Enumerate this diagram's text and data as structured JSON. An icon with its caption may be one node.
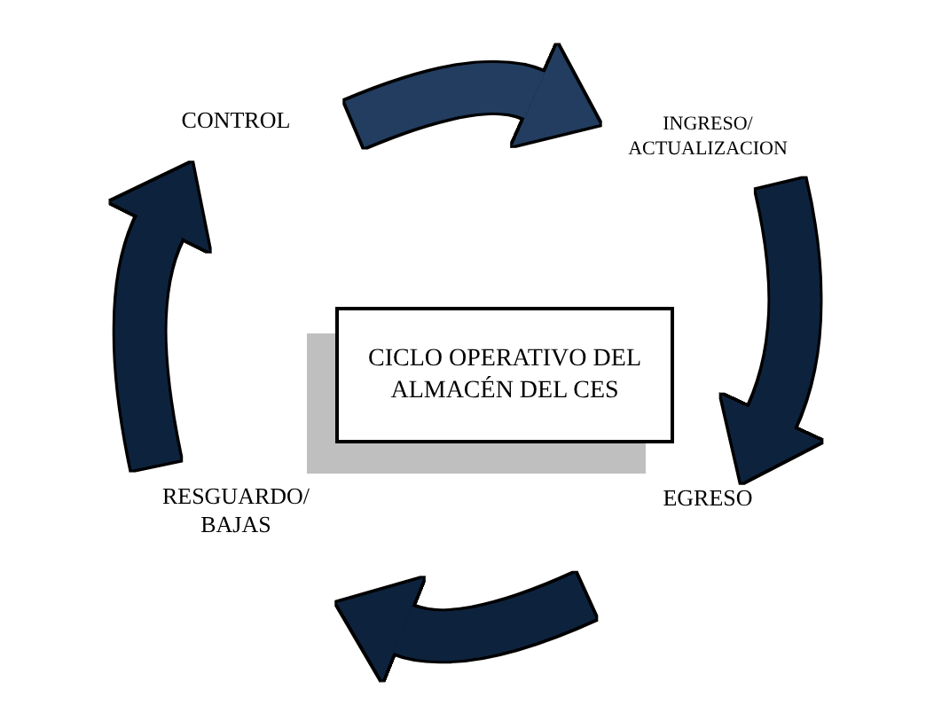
{
  "diagram": {
    "nodes": [
      {
        "text": [
          "CONTROL"
        ]
      },
      {
        "text": [
          "INGRESO/ ACTUALIZACION"
        ]
      },
      {
        "text": [
          "CICLO OPERATIVO DEL ALMACÉN DEL CES"
        ]
      },
      {
        "text": [
          "EGRESO"
        ]
      },
      {
        "text": [
          "RESGUARDO/ BAJAS"
        ]
      }
    ],
    "edges": [
      {
        "from": 0,
        "to": 1,
        "arrow": "to",
        "color": "#243e5e"
      },
      {
        "from": 1,
        "to": 3,
        "arrow": "to"
      },
      {
        "from": 3,
        "to": 4,
        "arrow": "to"
      },
      {
        "from": 4,
        "to": 0,
        "arrow": "to"
      }
    ]
  }
}
